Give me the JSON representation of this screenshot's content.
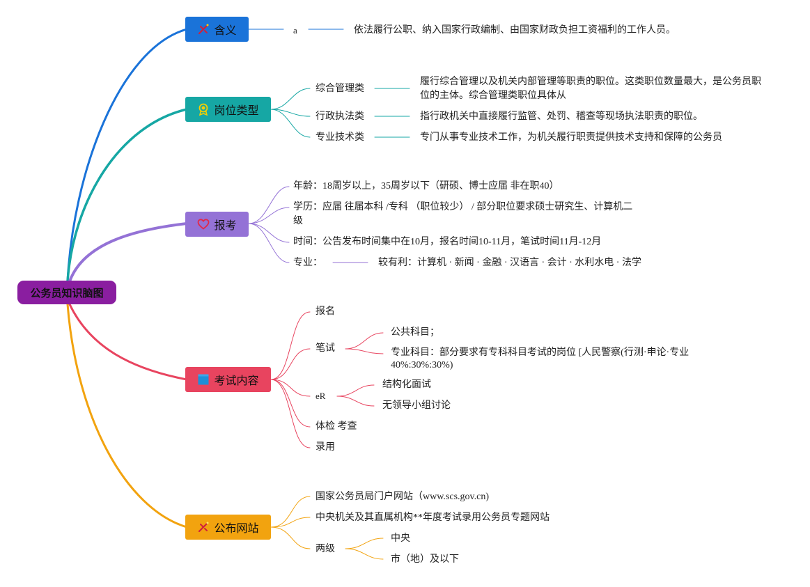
{
  "root": {
    "title": "公务员知识脑图"
  },
  "colors": {
    "blue": "#1a73d9",
    "teal": "#16a7a4",
    "purple": "#9472d6",
    "red": "#e8445f",
    "orange": "#f2a30f",
    "root": "#8a1ea0"
  },
  "icons": {
    "meaning": "pencil-ruler-icon",
    "position": "award-badge-icon",
    "apply": "heart-icon",
    "exam": "square-book-icon",
    "website": "pencil-ruler-icon"
  },
  "meaning": {
    "label": "含义",
    "sub": "a",
    "desc": "依法履行公职、纳入国家行政编制、由国家财政负担工资福利的工作人员。"
  },
  "position": {
    "label": "岗位类型",
    "items": [
      {
        "name": "综合管理类",
        "desc": "履行综合管理以及机关内部管理等职责的职位。这类职位数量最大，是公务员职位的主体。综合管理类职位具体从"
      },
      {
        "name": "行政执法类",
        "desc": "指行政机关中直接履行监管、处罚、稽查等现场执法职责的职位。"
      },
      {
        "name": "专业技术类",
        "desc": "专门从事专业技术工作，为机关履行职责提供技术支持和保障的公务员"
      }
    ]
  },
  "apply": {
    "label": "报考",
    "age": "年龄：18周岁以上，35周岁以下（研硕、博士应届 非在职40）",
    "education": "学历：应届 往届本科 /专科 （职位较少） / 部分职位要求硕士研究生、计算机二级",
    "time": "时间：公告发布时间集中在10月，报名时间10-11月，笔试时间11月-12月",
    "major": "专业：",
    "major_detail": "较有利：计算机 · 新闻 · 金融 · 汉语言 · 会计 · 水利水电 · 法学"
  },
  "exam": {
    "label": "考试内容",
    "signup": "报名",
    "written": "笔试",
    "written_items": [
      "公共科目；",
      "专业科目：部分要求有专科科目考试的岗位 [人民警察(行测·申论·专业40%:30%:30%)"
    ],
    "interview": "eR",
    "interview_items": [
      "结构化面试",
      "无领导小组讨论"
    ],
    "check": "体检 考查",
    "hire": "录用"
  },
  "website": {
    "label": "公布网站",
    "items": [
      "国家公务员局门户网站（www.scs.gov.cn)",
      "中央机关及其直属机构**年度考试录用公务员专题网站"
    ],
    "levels": "两级",
    "level_items": [
      "中央",
      "市（地）及以下"
    ]
  }
}
